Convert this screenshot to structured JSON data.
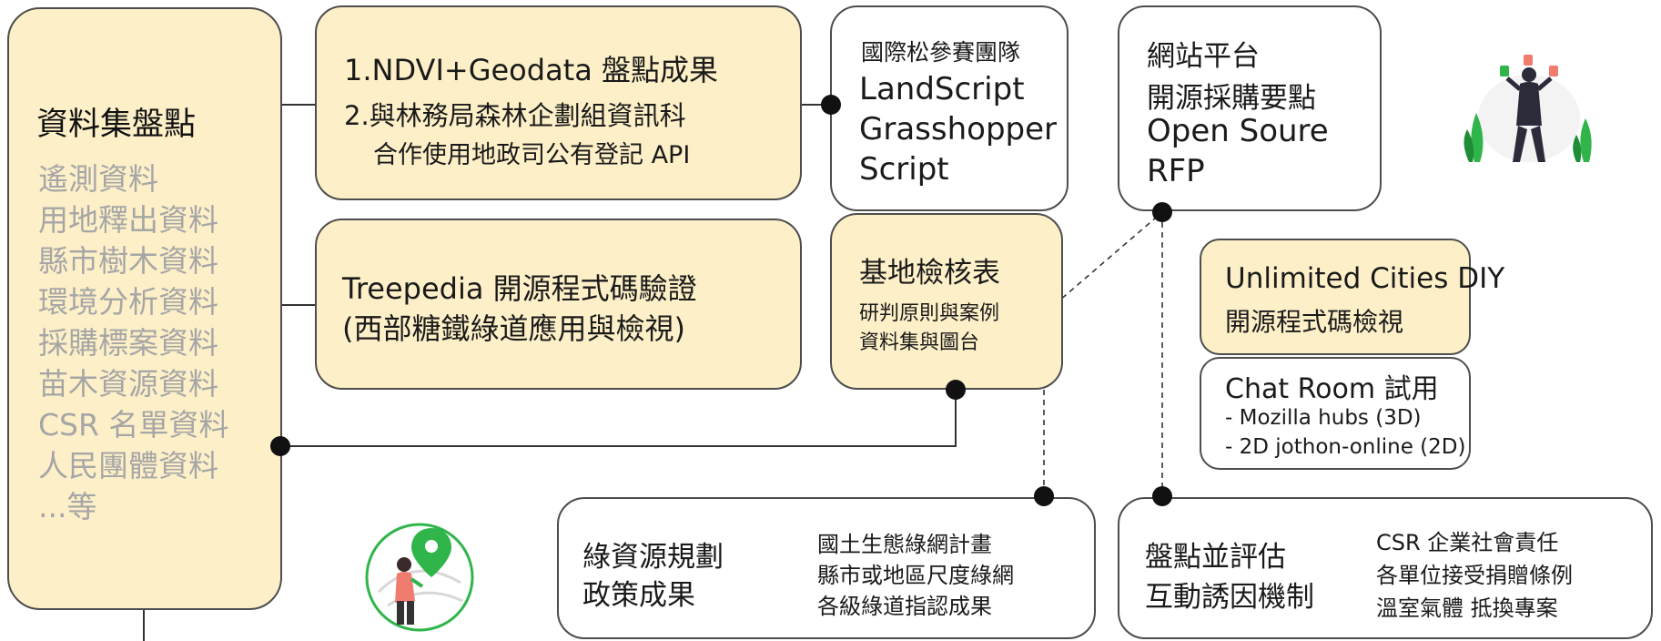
{
  "dataset_box": {
    "title": "資料集盤點",
    "items": [
      "遙測資料",
      "用地釋出資料",
      "縣市樹木資料",
      "環境分析資料",
      "採購標案資料",
      "苗木資源資料",
      "CSR 名單資料",
      "人民團體資料",
      "...等"
    ]
  },
  "ndvi_box": {
    "line1": "1.NDVI+Geodata 盤點成果",
    "line2": "2.與林務局森林企劃組資訊科",
    "line3": "合作使用地政司公有登記 API"
  },
  "treepedia_box": {
    "line1": "Treepedia 開源程式碼驗證",
    "line2": "(西部糖鐵綠道應用與檢視)"
  },
  "hackathon_box": {
    "line1": "國際松參賽團隊",
    "line2": "LandScript",
    "line3": "Grasshopper",
    "line4": "Script"
  },
  "website_box": {
    "line1": "網站平台",
    "line2": "開源採購要點",
    "line3": "Open Soure",
    "line4": "RFP"
  },
  "checklist_box": {
    "title": "基地檢核表",
    "line1": "研判原則與案例",
    "line2": "資料集與圖台"
  },
  "unlimited_box": {
    "line1": "Unlimited Cities DIY",
    "line2": "開源程式碼檢視"
  },
  "chatroom_box": {
    "title": "Chat Room 試用",
    "line1": "- Mozilla hubs (3D)",
    "line2": "- 2D jothon-online (2D)"
  },
  "green_box": {
    "title1": "綠資源規劃",
    "title2": "政策成果",
    "items": [
      "國土生態綠網計畫",
      "縣市或地區尺度綠網",
      "各級綠道指認成果"
    ]
  },
  "eval_box": {
    "title1": "盤點並評估",
    "title2": "互動誘因機制",
    "items": [
      "CSR 企業社會責任",
      "各單位接受捐贈條例",
      "溫室氣體 抵換專案"
    ]
  },
  "colors": {
    "box_fill": "#fdf0c8",
    "border": "#4d4d4d",
    "muted_text": "#a6a6a6",
    "accent_green": "#2fb54a"
  }
}
